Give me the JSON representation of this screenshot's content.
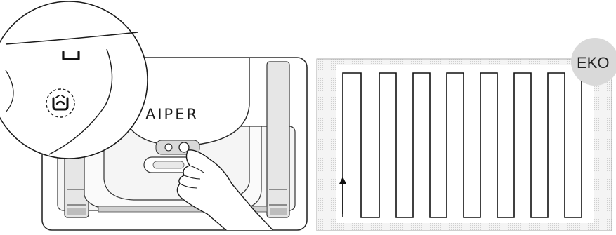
{
  "robot_panel": {
    "brand_text": "AIPER",
    "icons": [
      "bottom-mode-icon",
      "cycle-mode-icon",
      "power-button-icon",
      "hand-pointer-icon"
    ]
  },
  "path_panel": {
    "mode_label": "EKO",
    "pattern": "serpentine",
    "arrow_direction": "up"
  }
}
